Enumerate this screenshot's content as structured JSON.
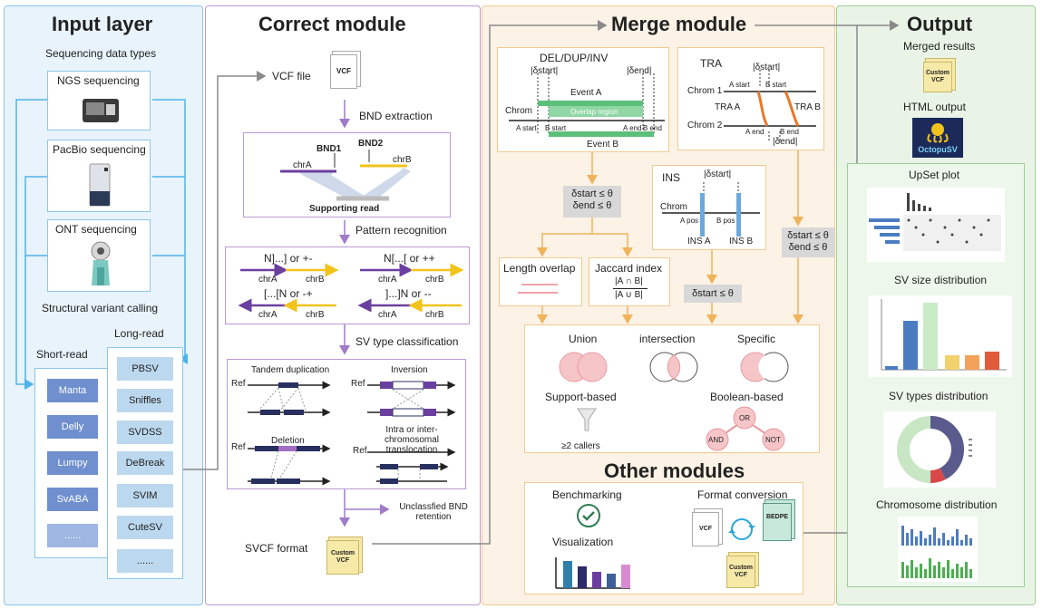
{
  "input_layer": {
    "title": "Input layer",
    "seq_types": "Sequencing data types",
    "ngs": "NGS sequencing",
    "pacbio": "PacBio sequencing",
    "ont": "ONT sequencing",
    "sv_calling": "Structural variant calling",
    "short_read": "Short-read",
    "long_read": "Long-read",
    "short_tools": [
      "Manta",
      "Delly",
      "Lumpy",
      "SvABA",
      "......"
    ],
    "long_tools": [
      "PBSV",
      "Sniffles",
      "SVDSS",
      "DeBreak",
      "SVIM",
      "CuteSV",
      "......"
    ]
  },
  "correct_module": {
    "title": "Correct module",
    "vcf_file": "VCF file",
    "vcf_doc": "VCF",
    "bnd_extraction": "BND extraction",
    "bnd1": "BND1",
    "bnd2": "BND2",
    "chrA": "chrA",
    "chrB": "chrB",
    "supporting_read": "Supporting read",
    "pattern_recognition": "Pattern recognition",
    "patterns": [
      "N]...] or +-",
      "N[...[ or ++",
      "[...[N or -+",
      "]...]N or --"
    ],
    "sv_type_classification": "SV type classification",
    "tandem_dup": "Tandem duplication",
    "inversion": "Inversion",
    "deletion": "Deletion",
    "translocation": "Intra or inter-chromosomal translocation",
    "ref": "Ref",
    "unclassified": "Unclassfied BND retention",
    "svcf_format": "SVCF format",
    "custom_vcf": "Custom VCF"
  },
  "merge_module": {
    "title": "Merge module",
    "del_dup_inv": "DEL/DUP/INV",
    "dstart": "|δstart|",
    "dend": "|δend|",
    "event_a": "Event A",
    "event_b": "Event B",
    "overlap_region": "Overlap region",
    "chrom": "Chrom",
    "a_start": "A start",
    "b_start": "B start",
    "a_end": "A end",
    "b_end": "B end",
    "tra": "TRA",
    "chrom1": "Chrom 1",
    "chrom2": "Chrom 2",
    "tra_a": "TRA A",
    "tra_b": "TRA B",
    "ins": "INS",
    "a_pos": "A pos",
    "b_pos": "B pos",
    "ins_a": "INS A",
    "ins_b": "INS B",
    "cond1_l1": "δstart ≤ θ",
    "cond1_l2": "δend ≤ θ",
    "cond_ins": "δstart ≤ θ",
    "length_overlap": "Length overlap",
    "jaccard": "Jaccard index",
    "jaccard_num": "|A ∩ B|",
    "jaccard_den": "|A ∪ B|",
    "union": "Union",
    "intersection": "intersection",
    "specific": "Specific",
    "support_based": "Support-based",
    "boolean_based": "Boolean-based",
    "callers": "≥2 callers",
    "or": "OR",
    "and": "AND",
    "not": "NOT"
  },
  "other_modules": {
    "title": "Other modules",
    "benchmarking": "Benchmarking",
    "visualization": "Visualization",
    "format_conversion": "Format conversion",
    "vcf": "VCF",
    "bedpe": "BEDPE",
    "custom_vcf": "Custom VCF"
  },
  "output": {
    "title": "Output",
    "merged_results": "Merged results",
    "custom_vcf": "Custom VCF",
    "html_output": "HTML output",
    "logo": "OctopuSV",
    "upset_plot": "UpSet plot",
    "sv_size_dist": "SV size distribution",
    "sv_types_dist": "SV types distribution",
    "chrom_dist": "Chromosome distribution"
  },
  "colors": {
    "input_bg": "#e8f3fb",
    "input_border": "#8cc6ea",
    "correct_border": "#b99ad3",
    "merge_bg": "#fdf2e6",
    "merge_border": "#f2c98f",
    "output_bg": "#e9f4e6",
    "output_border": "#9ccf95",
    "purple": "#6b3fa0",
    "yellow": "#f2c31b",
    "navy": "#28305f",
    "green": "#5cbf7a",
    "blue": "#6ba8de",
    "orange": "#e8782b"
  }
}
